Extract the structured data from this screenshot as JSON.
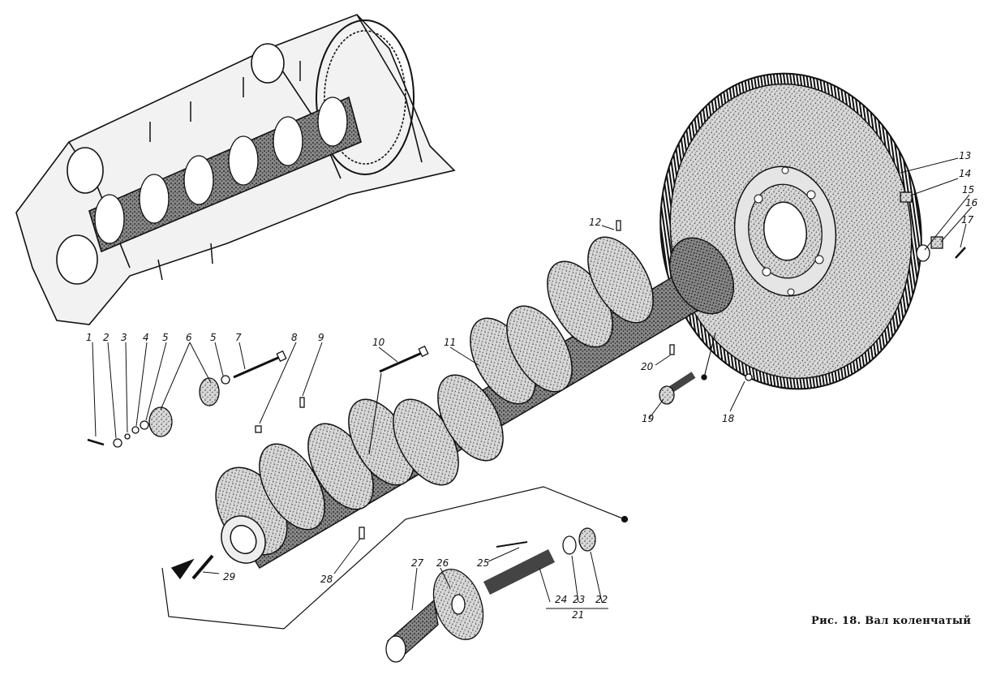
{
  "caption": "Рис. 18. Вал коленчатый",
  "callouts": {
    "n1": "1",
    "n2": "2",
    "n3": "3",
    "n4": "4",
    "n5a": "5",
    "n5b": "5",
    "n6": "6",
    "n7": "7",
    "n8": "8",
    "n9": "9",
    "n10": "10",
    "n11": "11",
    "n12": "12",
    "n13": "13",
    "n14": "14",
    "n15": "15",
    "n16": "16",
    "n17": "17",
    "n18": "18",
    "n19": "19",
    "n20": "20",
    "n21": "21",
    "n22": "22",
    "n23": "23",
    "n24": "24",
    "n25": "25",
    "n26": "26",
    "n27": "27",
    "n28": "28",
    "n29": "29"
  }
}
